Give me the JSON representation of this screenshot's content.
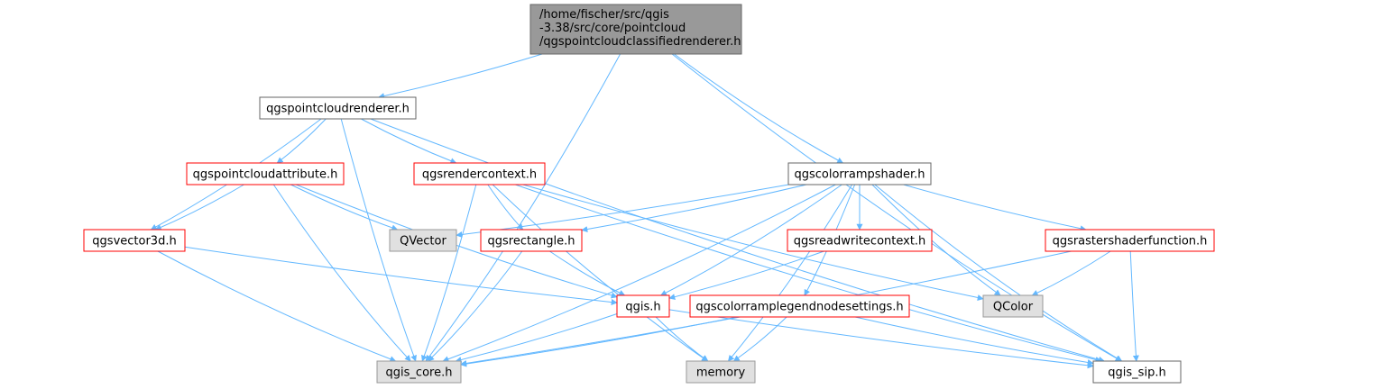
{
  "graph": {
    "nodes": [
      {
        "id": "root",
        "lines": [
          "/home/fischer/src/qgis",
          "-3.38/src/core/pointcloud",
          "/qgspointcloudclassifiedrenderer.h"
        ],
        "kind": "root"
      },
      {
        "id": "pcrenderer",
        "lines": [
          "qgspointcloudrenderer.h"
        ],
        "kind": "normal"
      },
      {
        "id": "crampshader",
        "lines": [
          "qgscolorrampshader.h"
        ],
        "kind": "normal"
      },
      {
        "id": "pcattribute",
        "lines": [
          "qgspointcloudattribute.h"
        ],
        "kind": "red"
      },
      {
        "id": "rendercontext",
        "lines": [
          "qgsrendercontext.h"
        ],
        "kind": "red"
      },
      {
        "id": "vector3d",
        "lines": [
          "qgsvector3d.h"
        ],
        "kind": "red"
      },
      {
        "id": "qvector",
        "lines": [
          "QVector"
        ],
        "kind": "gray"
      },
      {
        "id": "rectangle",
        "lines": [
          "qgsrectangle.h"
        ],
        "kind": "red"
      },
      {
        "id": "rwcontext",
        "lines": [
          "qgsreadwritecontext.h"
        ],
        "kind": "red"
      },
      {
        "id": "rshaderfn",
        "lines": [
          "qgsrastershaderfunction.h"
        ],
        "kind": "red"
      },
      {
        "id": "qgis",
        "lines": [
          "qgis.h"
        ],
        "kind": "red"
      },
      {
        "id": "crlegend",
        "lines": [
          "qgscolorramplegendnodesettings.h"
        ],
        "kind": "red"
      },
      {
        "id": "qcolor",
        "lines": [
          "QColor"
        ],
        "kind": "gray"
      },
      {
        "id": "qgiscore",
        "lines": [
          "qgis_core.h"
        ],
        "kind": "gray"
      },
      {
        "id": "memory",
        "lines": [
          "memory"
        ],
        "kind": "gray"
      },
      {
        "id": "qgissip",
        "lines": [
          "qgis_sip.h"
        ],
        "kind": "normal"
      }
    ],
    "edges": [
      [
        "root",
        "pcrenderer"
      ],
      [
        "root",
        "crampshader"
      ],
      [
        "root",
        "qgiscore"
      ],
      [
        "root",
        "qgissip"
      ],
      [
        "pcrenderer",
        "pcattribute"
      ],
      [
        "pcrenderer",
        "rendercontext"
      ],
      [
        "pcrenderer",
        "vector3d"
      ],
      [
        "pcrenderer",
        "qgiscore"
      ],
      [
        "pcrenderer",
        "qgissip"
      ],
      [
        "pcattribute",
        "vector3d"
      ],
      [
        "pcattribute",
        "qvector"
      ],
      [
        "pcattribute",
        "qgis"
      ],
      [
        "pcattribute",
        "qgiscore"
      ],
      [
        "rendercontext",
        "rectangle"
      ],
      [
        "rendercontext",
        "qcolor"
      ],
      [
        "rendercontext",
        "memory"
      ],
      [
        "rendercontext",
        "qgiscore"
      ],
      [
        "rendercontext",
        "qgissip"
      ],
      [
        "vector3d",
        "qgis"
      ],
      [
        "vector3d",
        "qgiscore"
      ],
      [
        "rectangle",
        "qgis"
      ],
      [
        "rectangle",
        "qgiscore"
      ],
      [
        "crampshader",
        "qvector"
      ],
      [
        "crampshader",
        "rectangle"
      ],
      [
        "crampshader",
        "rwcontext"
      ],
      [
        "crampshader",
        "rshaderfn"
      ],
      [
        "crampshader",
        "qcolor"
      ],
      [
        "crampshader",
        "crlegend"
      ],
      [
        "crampshader",
        "qgis"
      ],
      [
        "crampshader",
        "qgiscore"
      ],
      [
        "crampshader",
        "memory"
      ],
      [
        "crampshader",
        "qgissip"
      ],
      [
        "rwcontext",
        "qgis"
      ],
      [
        "rshaderfn",
        "qcolor"
      ],
      [
        "rshaderfn",
        "qgiscore"
      ],
      [
        "rshaderfn",
        "qgissip"
      ],
      [
        "qgis",
        "qgiscore"
      ],
      [
        "qgis",
        "memory"
      ],
      [
        "qgis",
        "qgissip"
      ],
      [
        "crlegend",
        "qgiscore"
      ],
      [
        "crlegend",
        "memory"
      ],
      [
        "crlegend",
        "qgissip"
      ]
    ]
  },
  "colors": {
    "edge": "#63b8ff",
    "root_fill": "#999999",
    "root_border": "#666666",
    "normal_fill": "#ffffff",
    "normal_border": "#666666",
    "red_fill": "#ffffff",
    "red_border": "#ff0000",
    "gray_fill": "#e0e0e0",
    "gray_border": "#999999"
  }
}
